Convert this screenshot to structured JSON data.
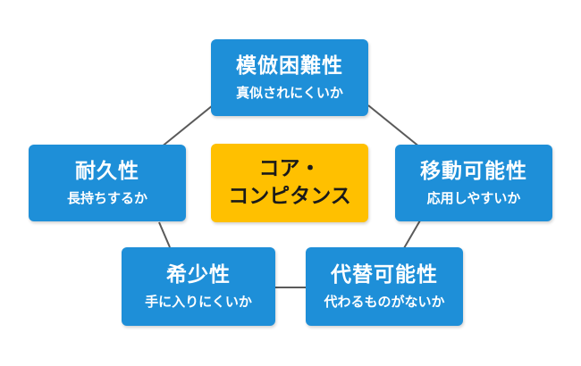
{
  "diagram": {
    "center": {
      "line1": "コア・",
      "line2": "コンピタンス"
    },
    "nodes": [
      {
        "title": "模倣困難性",
        "subtitle": "真似されにくいか"
      },
      {
        "title": "移動可能性",
        "subtitle": "応用しやすいか"
      },
      {
        "title": "代替可能性",
        "subtitle": "代わるものがないか"
      },
      {
        "title": "希少性",
        "subtitle": "手に入りにくいか"
      },
      {
        "title": "耐久性",
        "subtitle": "長持ちするか"
      }
    ],
    "colors": {
      "node_fill": "#1e8fd8",
      "node_text": "#ffffff",
      "center_fill": "#ffc000",
      "center_text": "#1a1a1a",
      "connector": "#5a5a5a"
    }
  }
}
